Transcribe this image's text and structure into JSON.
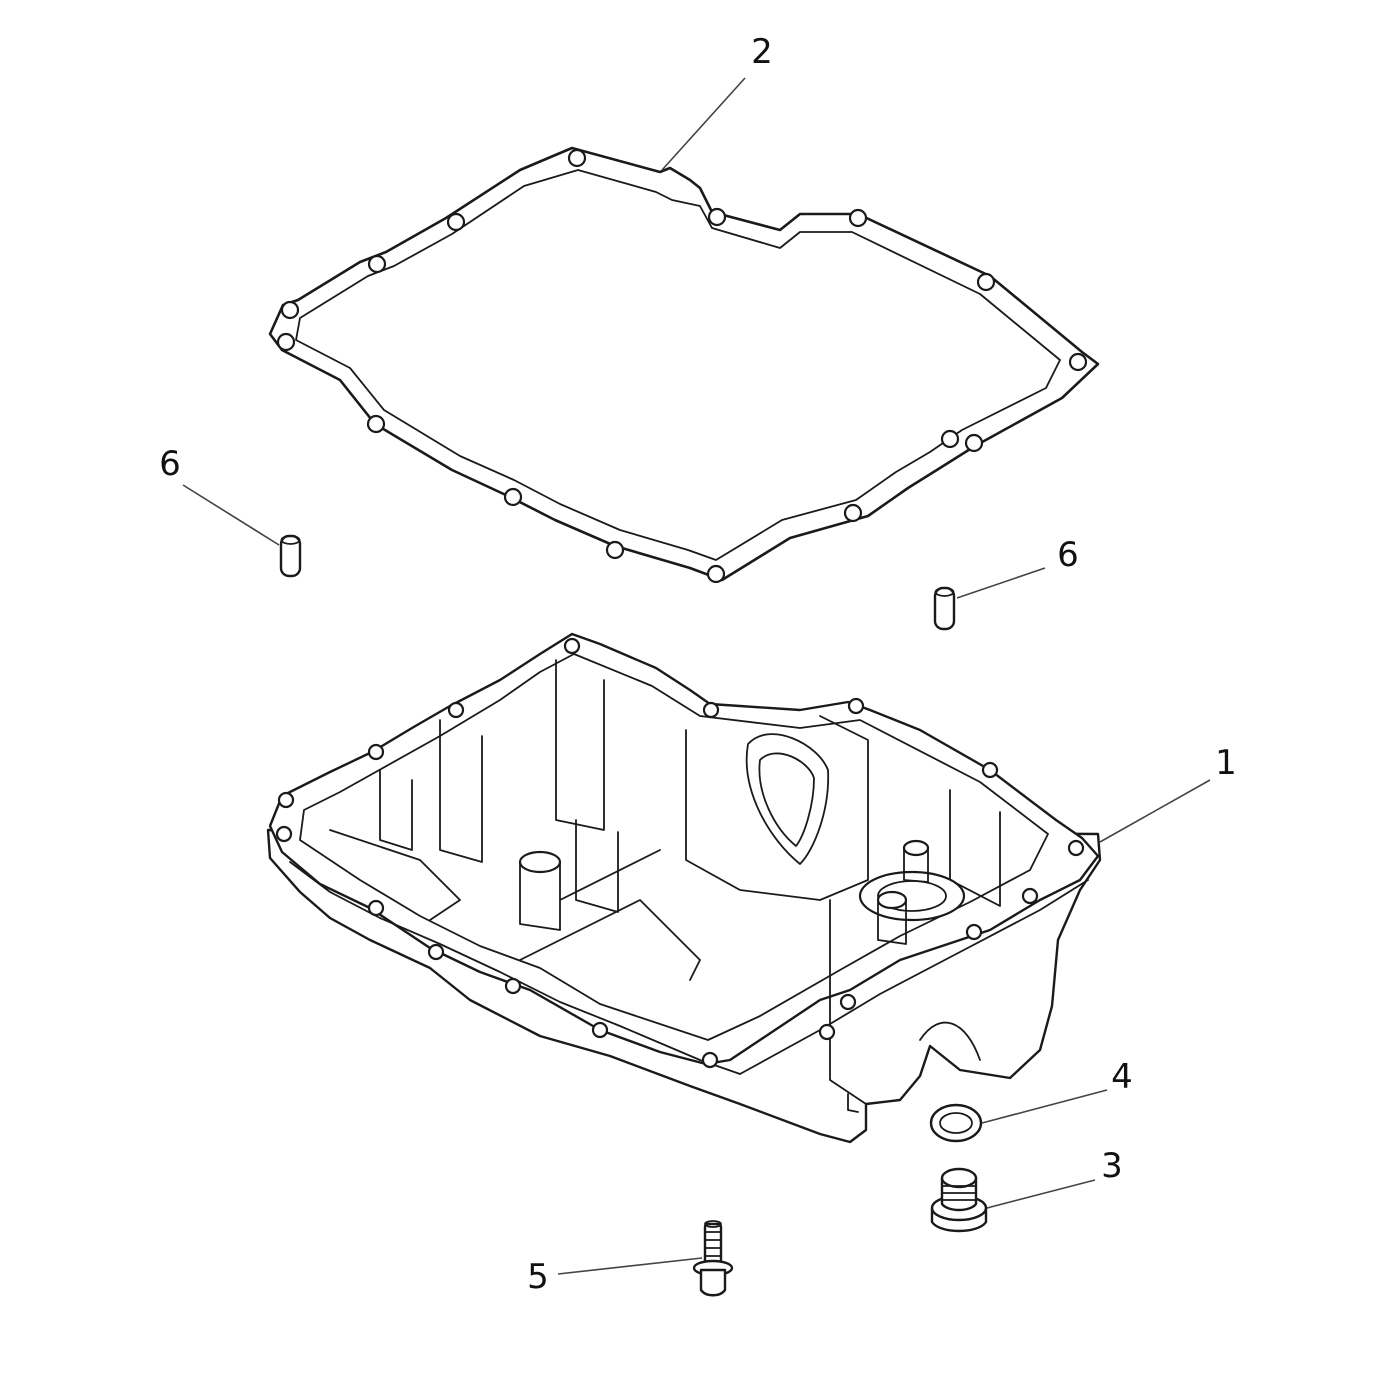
{
  "callouts": {
    "part_1": "1",
    "part_2": "2",
    "part_3": "3",
    "part_4": "4",
    "part_5": "5",
    "part_6_left": "6",
    "part_6_right": "6"
  }
}
